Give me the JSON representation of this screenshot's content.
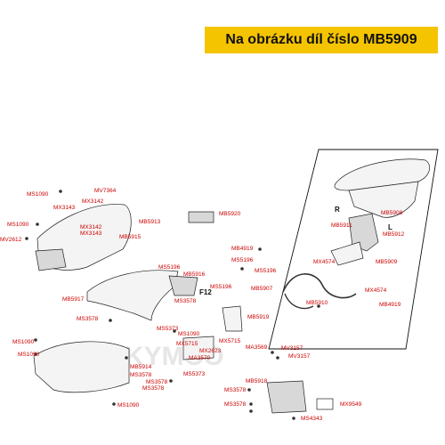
{
  "header": {
    "title": "Na obrázku díl číslo MB5909"
  },
  "watermark": "KYMCO",
  "side_labels": {
    "right": "R",
    "left": "L",
    "f12": "F12"
  },
  "labels": [
    "MS1090",
    "MV7364",
    "MX3142",
    "MX3143",
    "MB5913",
    "MS1090",
    "MX3142",
    "MX3143",
    "MV2612",
    "MB5915",
    "MB5920",
    "MB4919",
    "MB5908",
    "MB5911",
    "MB5912",
    "MX4574",
    "MB5909",
    "MS5196",
    "MS5196",
    "MB5916",
    "MS5196",
    "MS5196",
    "MB5907",
    "MX4574",
    "MB5917",
    "MS3578",
    "MB5910",
    "MB4919",
    "MS3578",
    "MS5373",
    "MB5919",
    "MS1090",
    "MX5715",
    "MX5715",
    "MA3569",
    "MV3157",
    "MX2623",
    "MA3570",
    "MS1090",
    "MV3157",
    "MB5914",
    "MS3578",
    "MS5373",
    "MS1090",
    "MS3578",
    "MB5918",
    "MS3578",
    "MS3578",
    "MS1090",
    "MX9549",
    "MS3578",
    "MS4343"
  ]
}
